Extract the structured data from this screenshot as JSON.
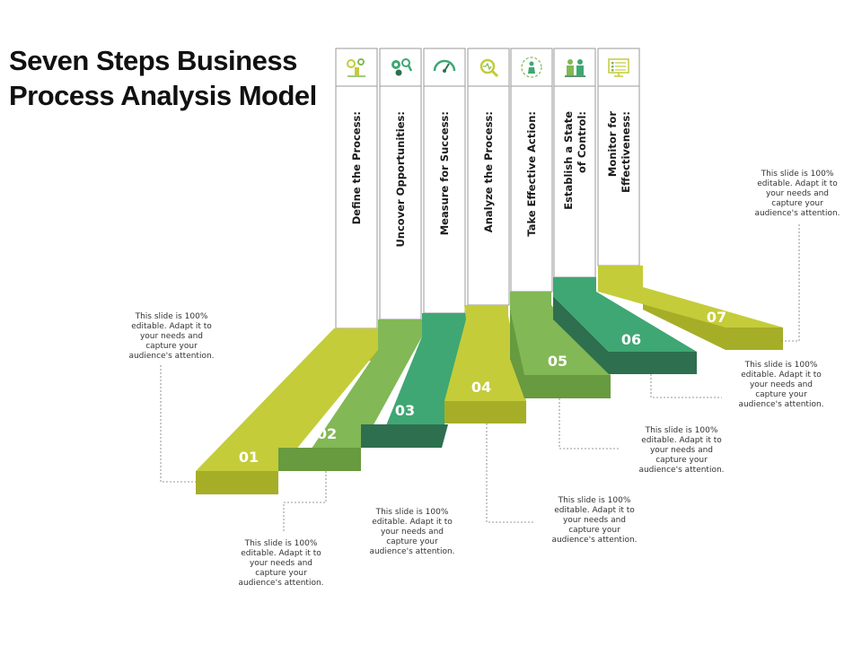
{
  "title": {
    "line1": "Seven Steps Business",
    "line2": "Process Analysis Model"
  },
  "colors": {
    "light": "#c4cc3a",
    "lightDark": "#a6ae27",
    "mid": "#82b855",
    "midDark": "#689a3f",
    "green": "#3fa773",
    "greenDark": "#2e6f4f",
    "border": "#9a9a9a"
  },
  "steps": [
    {
      "number": "01",
      "label": "Define the Process:",
      "icon": "gears-lightbulb-icon",
      "color": "light"
    },
    {
      "number": "02",
      "label": "Uncover Opportunities:",
      "icon": "gears-magnifier-icon",
      "color": "mid"
    },
    {
      "number": "03",
      "label": "Measure for Success:",
      "icon": "speedometer-icon",
      "color": "green"
    },
    {
      "number": "04",
      "label": "Analyze the Process:",
      "icon": "magnifier-pulse-icon",
      "color": "light"
    },
    {
      "number": "05",
      "label": "Take Effective Action:",
      "icon": "person-cycle-icon",
      "color": "mid"
    },
    {
      "number": "06",
      "label": [
        "Establish a State",
        "of Control:"
      ],
      "icon": "team-control-icon",
      "color": "green"
    },
    {
      "number": "07",
      "label": [
        "Monitor for",
        "Effectiveness:"
      ],
      "icon": "monitor-checklist-icon",
      "color": "light"
    }
  ],
  "notes": [
    [
      "This slide is 100%",
      "editable. Adapt it to",
      "your needs and",
      "capture your",
      "audience's attention."
    ],
    [
      "This slide is 100%",
      "editable. Adapt it to",
      "your needs and",
      "capture your",
      "audience's attention."
    ],
    [
      "This slide is 100%",
      "editable. Adapt it to",
      "your needs and",
      "capture your",
      "audience's attention."
    ],
    [
      "This slide is 100%",
      "editable. Adapt it to",
      "your needs and",
      "capture your",
      "audience's attention."
    ],
    [
      "This slide is 100%",
      "editable. Adapt it to",
      "your needs and",
      "capture your",
      "audience's attention."
    ],
    [
      "This slide is 100%",
      "editable. Adapt it to",
      "your needs and",
      "capture your",
      "audience's attention."
    ],
    [
      "This slide is 100%",
      "editable. Adapt it to",
      "your needs and",
      "capture your",
      "audience's attention."
    ]
  ]
}
